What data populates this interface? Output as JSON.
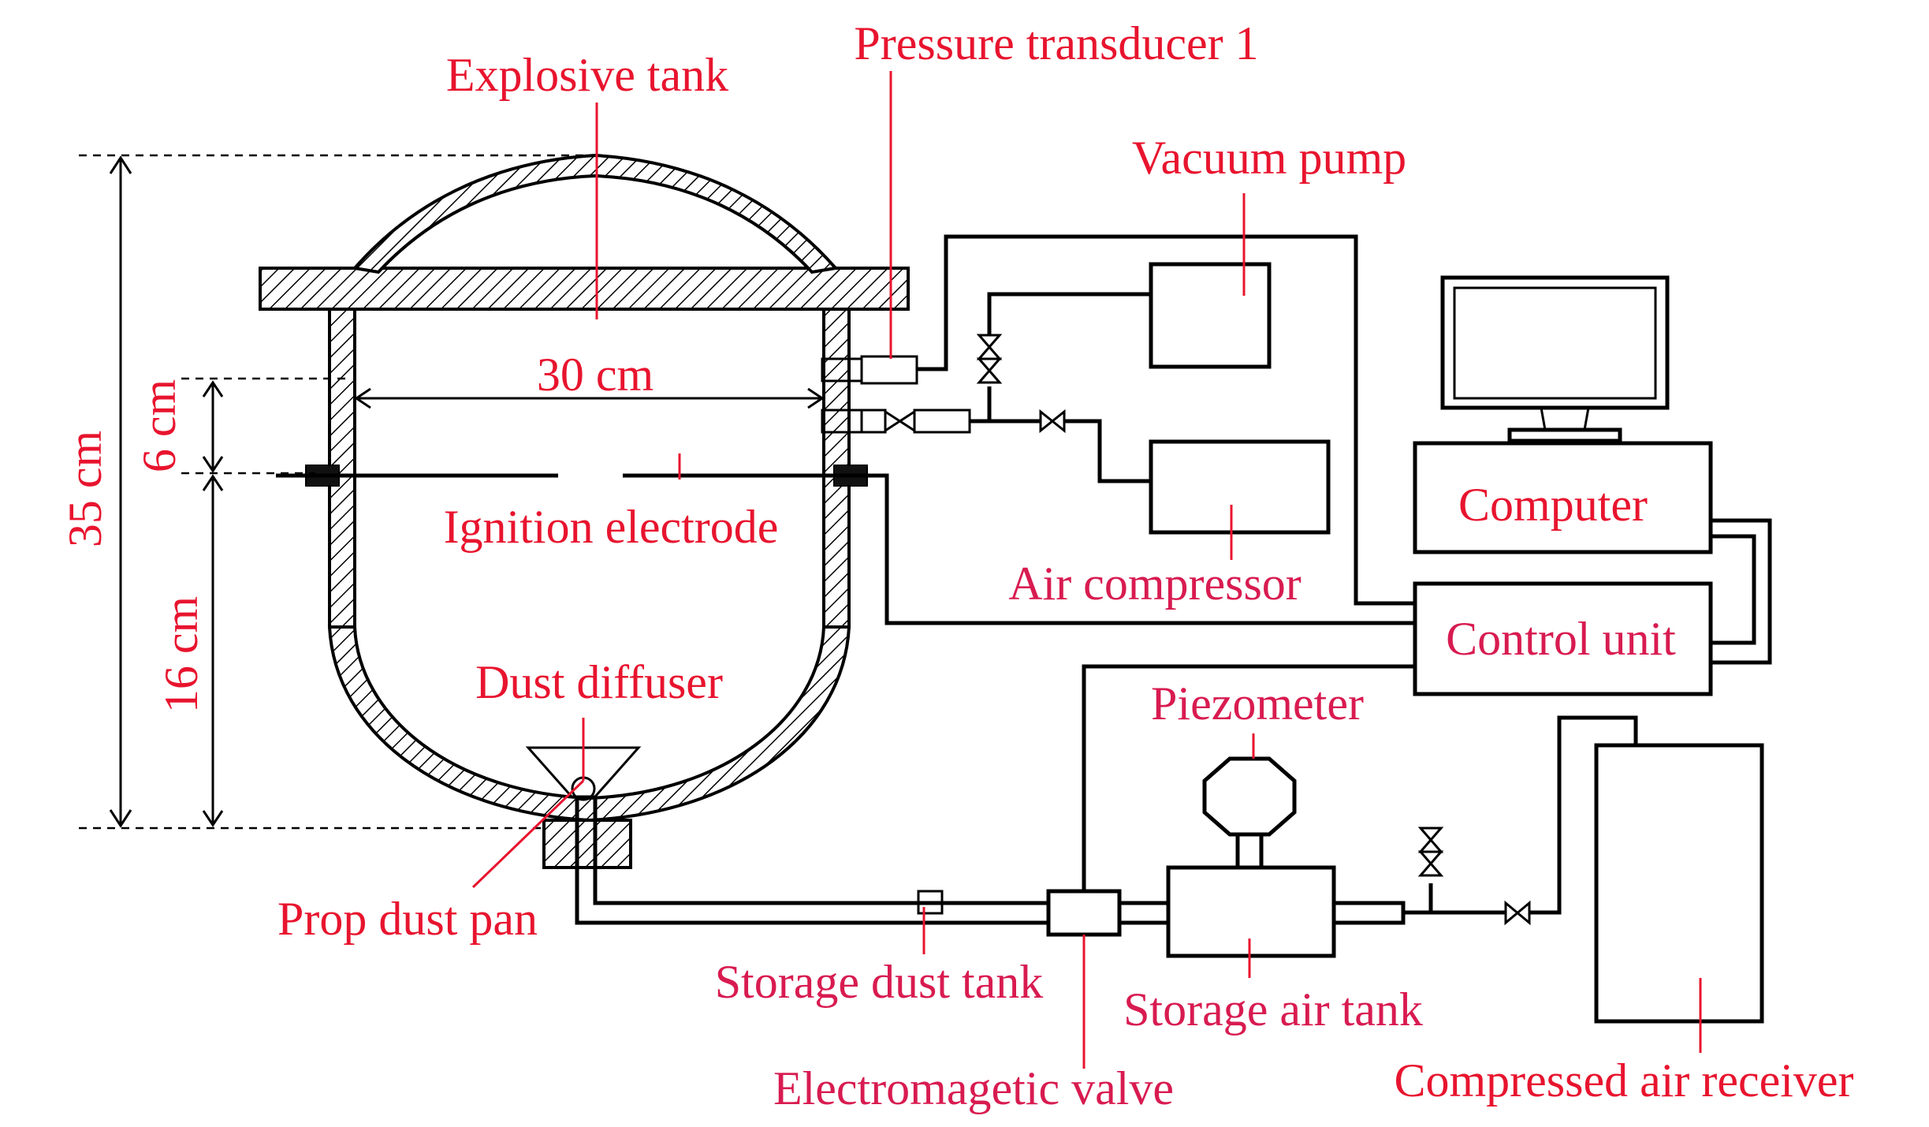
{
  "labels": {
    "explosive_tank": "Explosive tank",
    "pressure_transducer": "Pressure transducer 1",
    "vacuum_pump": "Vacuum pump",
    "air_compressor": "Air compressor",
    "computer": "Computer",
    "control_unit": "Control unit",
    "piezometer": "Piezometer",
    "ignition_electrode": "Ignition electrode",
    "dust_diffuser": "Dust diffuser",
    "prop_dust_pan": "Prop dust pan",
    "storage_dust_tank": "Storage dust tank",
    "storage_air_tank": "Storage air tank",
    "electromagnetic_valve": "Electromagetic valve",
    "compressed_air_receiver": "Compressed air receiver"
  },
  "dimensions": {
    "height_total": "35 cm",
    "height_upper": "6 cm",
    "height_lower": "16 cm",
    "diameter": "30 cm"
  },
  "colors": {
    "label_red": "#e8142e",
    "label_pink": "#d81b50",
    "line": "#000000"
  }
}
